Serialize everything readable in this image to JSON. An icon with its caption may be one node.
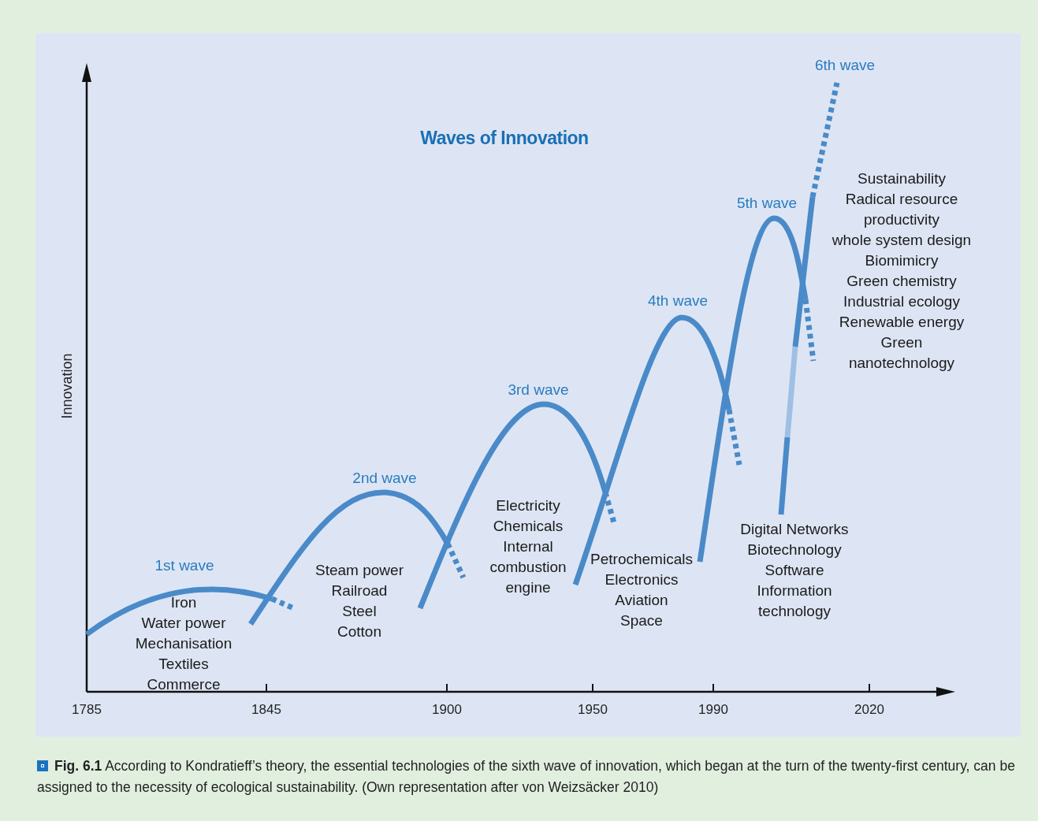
{
  "diagram": {
    "title": "Waves of Innovation",
    "caption": "**Fig. 6.1** According to Kondratieff’s theory, the essential technologies of the sixth wave of innovation, which began at the turn of the twenty-first century, can be assigned to the necessity of ecological sustainability. (Own representation after von Weizsäcker 2010)",
    "labels": [
      "Innovation",
      "1st wave",
      "Iron",
      "Water power",
      "Mechanisation",
      "Textiles",
      "Commerce",
      "2nd wave",
      "Steam power",
      "Railroad",
      "Steel",
      "Cotton",
      "3rd wave",
      "Electricity",
      "Chemicals",
      "Internal combustion engine",
      "4th wave",
      "Petrochemicals",
      "Electronics",
      "Aviation",
      "Space",
      "5th wave",
      "Digital Networks",
      "Biotechnology",
      "Software",
      "Information technology",
      "6th wave",
      "Sustainability",
      "Radical resource productivity",
      "whole system design",
      "Biomimicry",
      "Green chemistry",
      "Industrial ecology",
      "Renewable energy",
      "Green nanotechnology",
      "1785",
      "1845",
      "1900",
      "1950",
      "1990",
      "2020"
    ]
  }
}
